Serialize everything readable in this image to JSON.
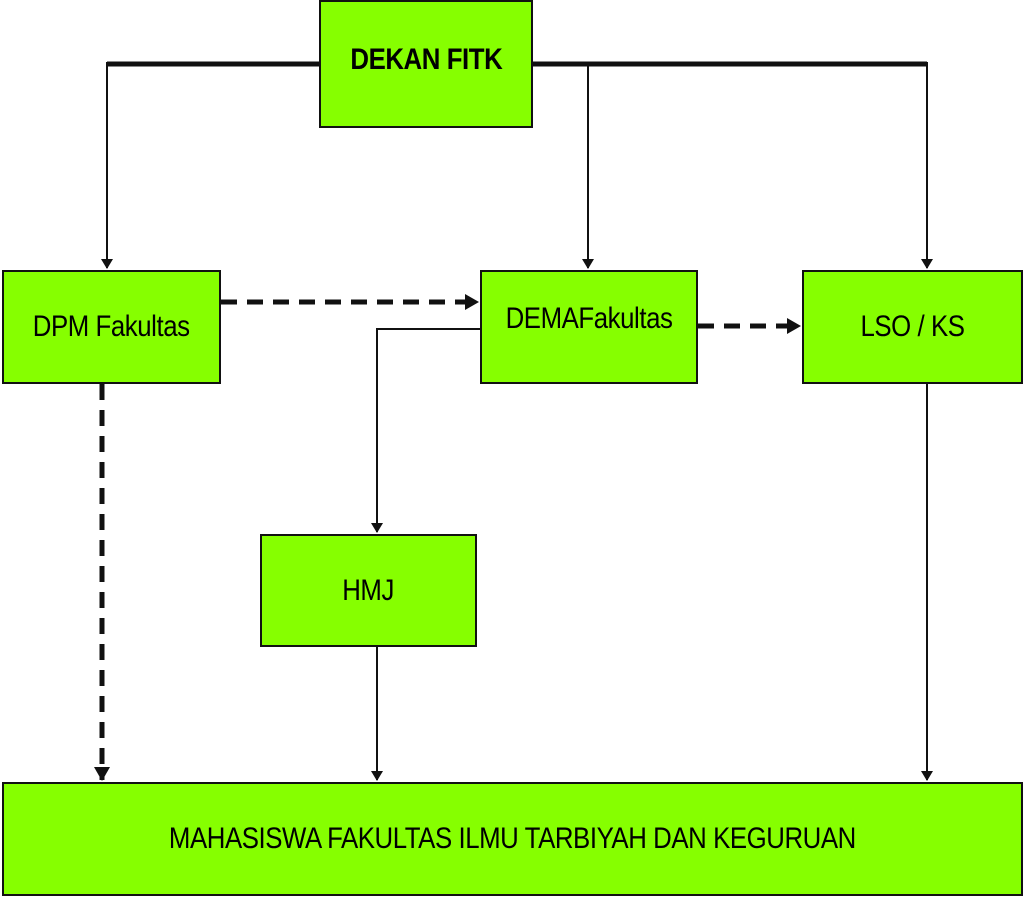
{
  "colors": {
    "box_fill": "#86ff00",
    "line": "#111111"
  },
  "nodes": {
    "dekan": "DEKAN FITK",
    "dpm": "DPM Fakultas",
    "dema": "DEMAFakultas",
    "lso": "LSO / KS",
    "hmj": "HMJ",
    "mahasiswa": "MAHASISWA FAKULTAS ILMU TARBIYAH DAN KEGURUAN"
  },
  "edges": [
    {
      "from": "dekan",
      "to": "dpm",
      "style": "solid"
    },
    {
      "from": "dekan",
      "to": "dema",
      "style": "solid"
    },
    {
      "from": "dekan",
      "to": "lso",
      "style": "solid"
    },
    {
      "from": "dpm",
      "to": "dema",
      "style": "dashed"
    },
    {
      "from": "dema",
      "to": "lso",
      "style": "dashed"
    },
    {
      "from": "dema",
      "to": "hmj",
      "style": "solid"
    },
    {
      "from": "dpm",
      "to": "mahasiswa",
      "style": "dashed"
    },
    {
      "from": "hmj",
      "to": "mahasiswa",
      "style": "solid"
    },
    {
      "from": "lso",
      "to": "mahasiswa",
      "style": "solid"
    }
  ]
}
